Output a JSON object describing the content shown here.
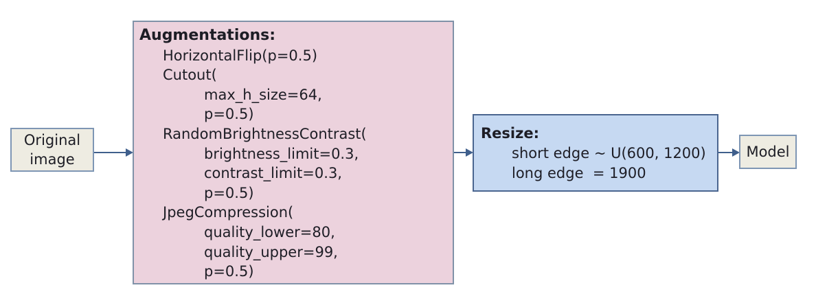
{
  "colors": {
    "canvas_bg": "#ffffff",
    "text": "#1d1d25",
    "pink_fill": "#ecd2dd",
    "pink_border": "#8092a8",
    "blue_fill": "#c6d9f2",
    "blue_border": "#4a658f",
    "beige_fill": "#eeece2",
    "beige_border": "#7e96b4",
    "arrow": "#3f5f8c"
  },
  "nodes": {
    "original": {
      "line1": "Original",
      "line2": "image"
    },
    "augmentations": {
      "title": "Augmentations:",
      "lines": [
        {
          "indent": 1,
          "text": "HorizontalFlip(p=0.5)"
        },
        {
          "indent": 1,
          "text": "Cutout("
        },
        {
          "indent": 2,
          "text": "max_h_size=64,"
        },
        {
          "indent": 2,
          "text": "p=0.5)"
        },
        {
          "indent": 1,
          "text": "RandomBrightnessContrast("
        },
        {
          "indent": 2,
          "text": "brightness_limit=0.3,"
        },
        {
          "indent": 2,
          "text": "contrast_limit=0.3,"
        },
        {
          "indent": 2,
          "text": "p=0.5)"
        },
        {
          "indent": 1,
          "text": "JpegCompression("
        },
        {
          "indent": 2,
          "text": "quality_lower=80,"
        },
        {
          "indent": 2,
          "text": "quality_upper=99,"
        },
        {
          "indent": 2,
          "text": "p=0.5)"
        }
      ]
    },
    "resize": {
      "title": "Resize:",
      "lines": [
        "short edge ~ U(600, 1200)",
        "long edge  = 1900"
      ]
    },
    "model": {
      "label": "Model"
    }
  }
}
